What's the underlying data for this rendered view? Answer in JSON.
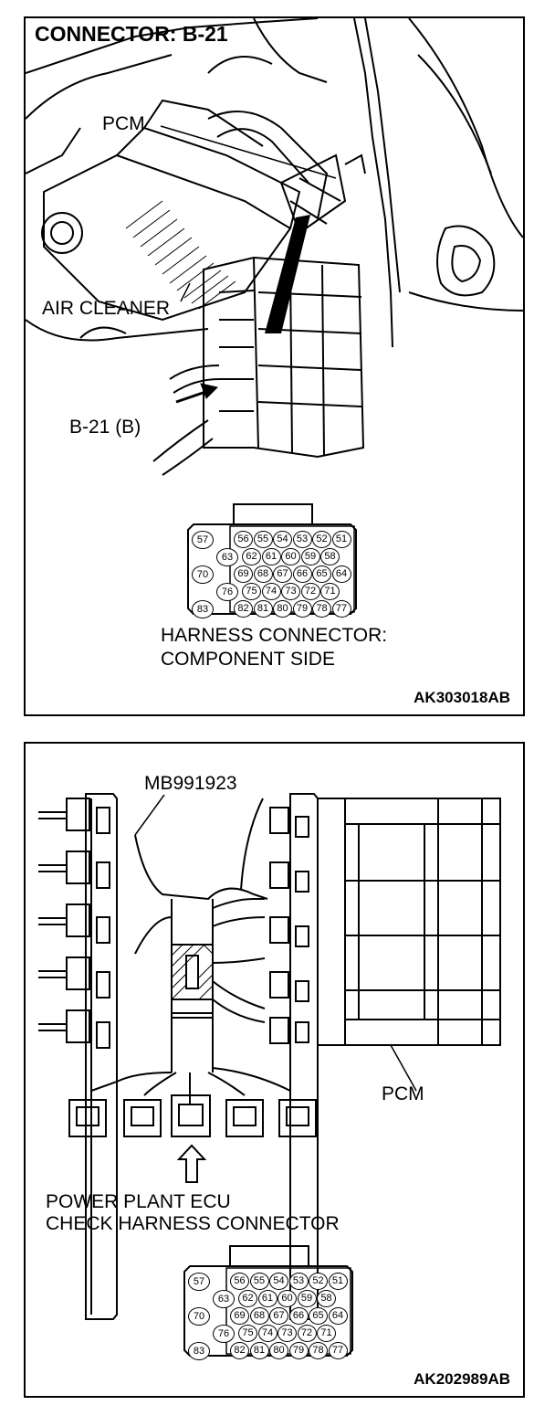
{
  "panel1": {
    "title": "CONNECTOR: B-21",
    "labels": {
      "pcm": "PCM",
      "air_cleaner": "AIR CLEANER",
      "b21": "B-21 (B)",
      "harness_line1": "HARNESS CONNECTOR:",
      "harness_line2": "COMPONENT SIDE"
    },
    "code": "AK303018AB"
  },
  "panel2": {
    "labels": {
      "tool": "MB991923",
      "pcm": "PCM",
      "ecu_line1": "POWER PLANT ECU",
      "ecu_line2": "CHECK HARNESS CONNECTOR"
    },
    "code": "AK202989AB"
  },
  "connector_pins": {
    "left_column": [
      "57",
      "63",
      "70",
      "76",
      "83"
    ],
    "rows": [
      [
        "56",
        "55",
        "54",
        "53",
        "52",
        "51"
      ],
      [
        "62",
        "61",
        "60",
        "59",
        "58"
      ],
      [
        "69",
        "68",
        "67",
        "66",
        "65",
        "64"
      ],
      [
        "75",
        "74",
        "73",
        "72",
        "71"
      ],
      [
        "82",
        "81",
        "80",
        "79",
        "78",
        "77"
      ]
    ]
  }
}
